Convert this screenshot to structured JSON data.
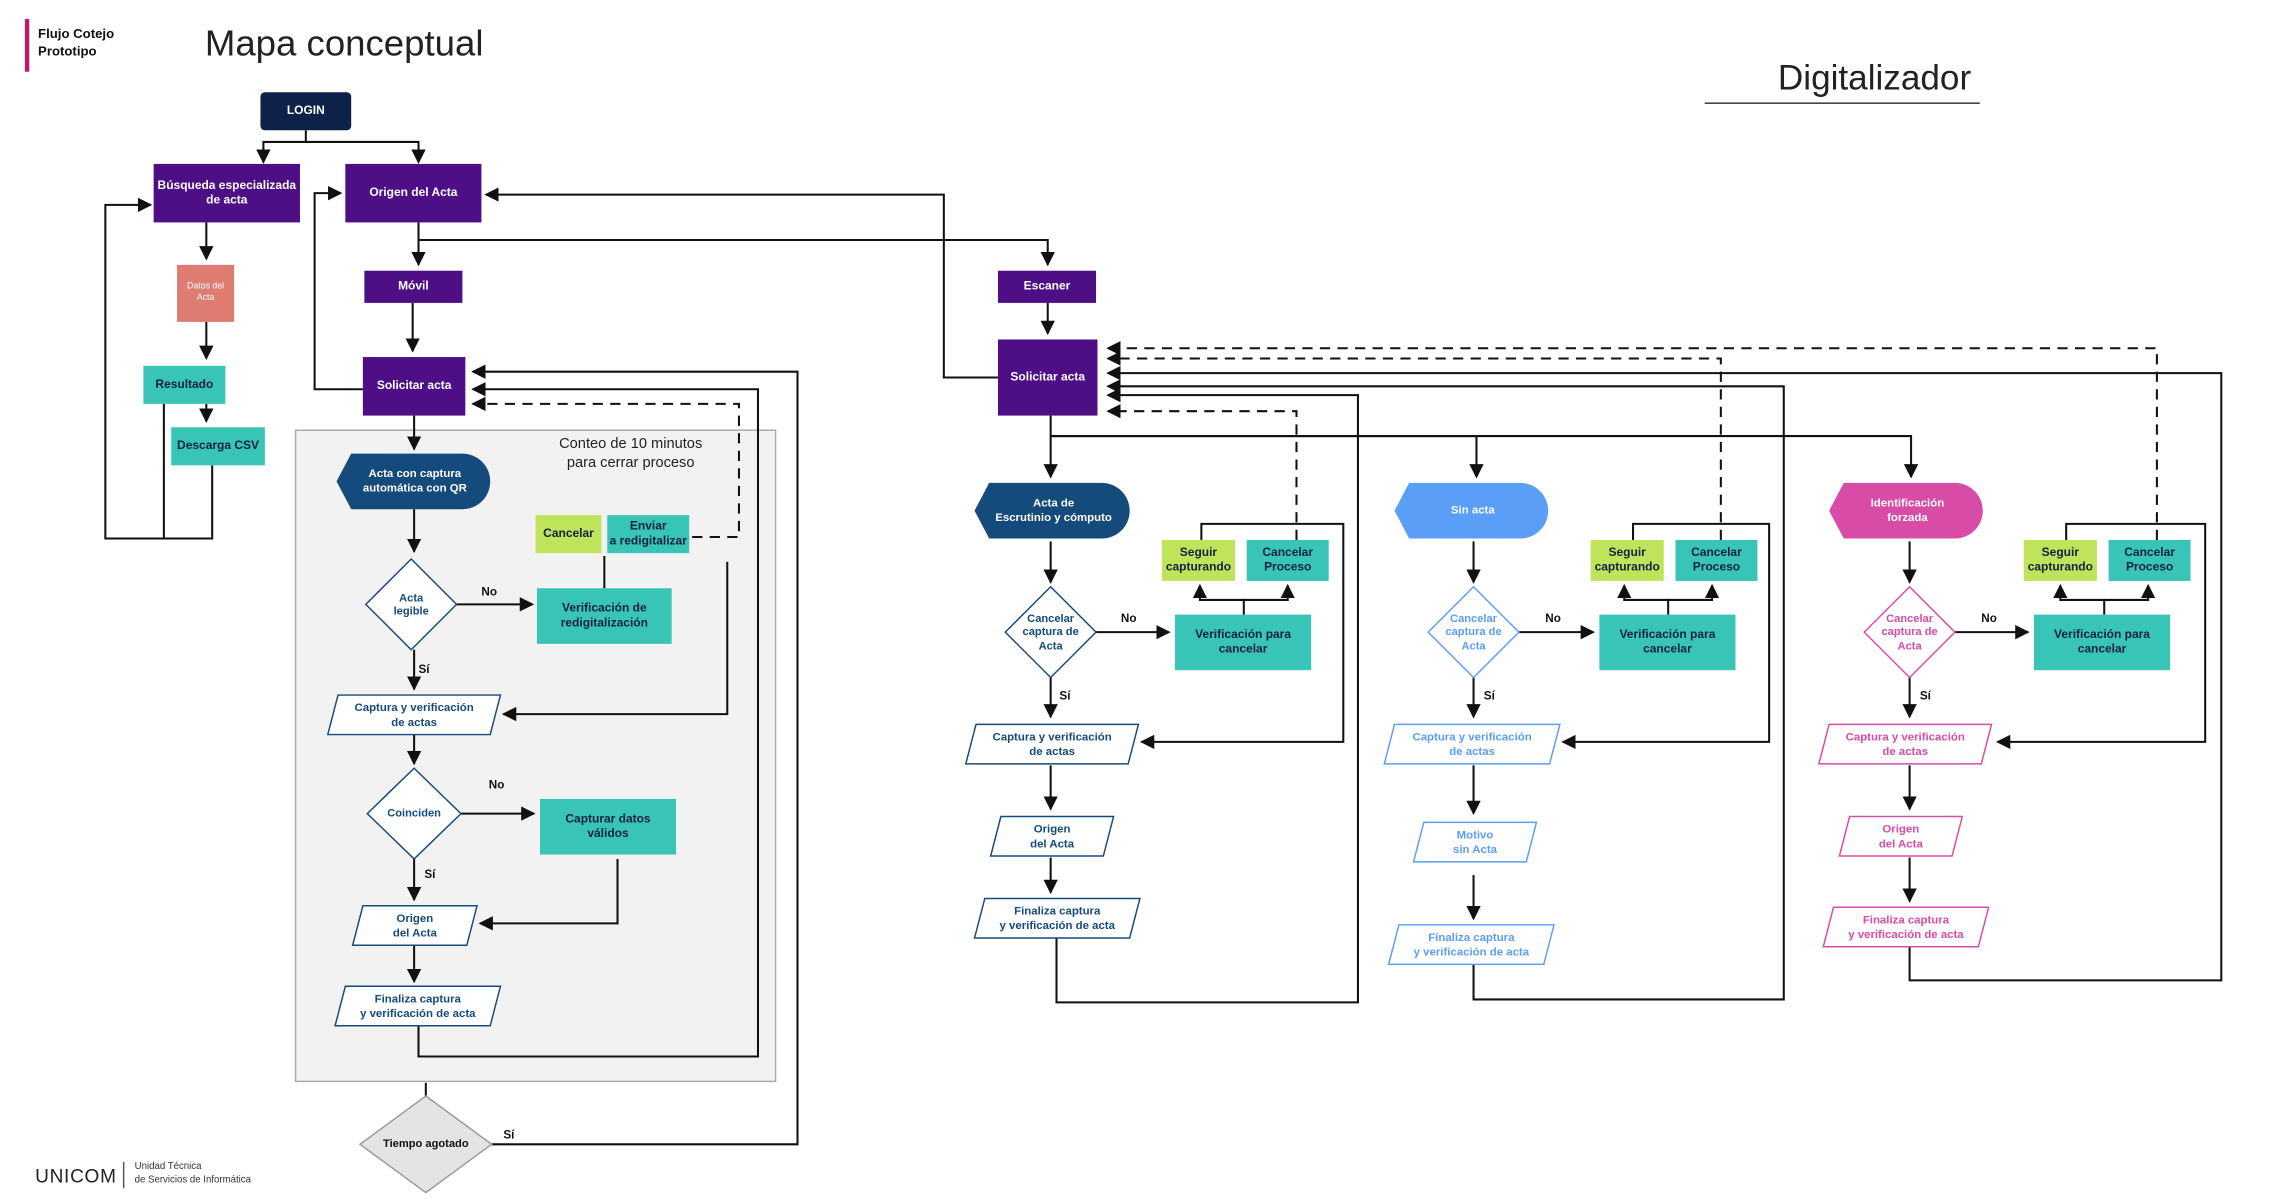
{
  "header": {
    "tag": "Flujo Cotejo\nPrototipo",
    "title": "Mapa conceptual",
    "role": "Digitalizador"
  },
  "note": "Conteo de 10 minutos\npara cerrar proceso",
  "colors": {
    "purple": "#4e0f86",
    "navy": "#0e2148",
    "dark_blue": "#154a7c",
    "teal": "#38c4b6",
    "lime": "#bfe35a",
    "light_blue": "#5a9ef7",
    "pink": "#d84ba7",
    "salmon": "#de7c72",
    "panel": "#f2f2f2",
    "accent": "#c0176c"
  },
  "nodes": {
    "login": "LOGIN",
    "busqueda": "Búsqueda especializada\nde acta",
    "origen_acta": "Origen del Acta",
    "dato_acta": "Datos del\nActa",
    "resultado": "Resultado",
    "descarga": "Descarga CSV",
    "movil": "Móvil",
    "solicitar_movil": "Solicitar acta",
    "qr": "Acta con captura\nautomática con QR",
    "acta_legible": "Acta\nlegible",
    "verif_redig": "Verificación de\nredigitalización",
    "cancelar_m": "Cancelar",
    "enviar": "Enviar\na redigitalizar",
    "captura_m": "Captura y verificación\nde actas",
    "coinciden": "Coinciden",
    "capturar_datos": "Capturar datos\nválidos",
    "origen_m": "Origen\ndel Acta",
    "finaliza_m": "Finaliza captura\ny verificación de acta",
    "tiempo": "Tiempo agotado",
    "escaner": "Escaner",
    "solicitar_escaner": "Solicitar acta",
    "acta_escrutinio": "Acta de\nEscrutinio y cómputo",
    "sin_acta": "Sin acta",
    "identificacion": "Identificación\nforzada",
    "cancelar_captura_1": "Cancelar\ncaptura de\nActa",
    "cancelar_captura_2": "Cancelar\ncaptura de\nActa",
    "cancelar_captura_3": "Cancelar\ncaptura de\nActa",
    "verif_cancelar_1": "Verificación para\ncancelar",
    "verif_cancelar_2": "Verificación para\ncancelar",
    "verif_cancelar_3": "Verificación para\ncancelar",
    "seguir_1": "Seguir\ncapturando",
    "cancelar_proc_1": "Cancelar\nProceso",
    "seguir_2": "Seguir\ncapturando",
    "cancelar_proc_2": "Cancelar\nProceso",
    "seguir_3": "Seguir\ncapturando",
    "cancelar_proc_3": "Cancelar\nProceso",
    "captura_1": "Captura y verificación\nde actas",
    "captura_2": "Captura y verificación\nde actas",
    "captura_3": "Captura y verificación\nde actas",
    "origen_1": "Origen\ndel Acta",
    "motivo_2": "Motivo\nsin Acta",
    "origen_3": "Origen\ndel Acta",
    "finaliza_1": "Finaliza captura\ny verificación de acta",
    "finaliza_2": "Finaliza captura\ny verificación de acta",
    "finaliza_3": "Finaliza captura\ny verificación de acta"
  },
  "edge_labels": {
    "no": "No",
    "si": "Sí"
  },
  "footer": {
    "logo": "UNICOM",
    "subtitle": "Unidad Técnica\nde Servicios de Informática"
  }
}
